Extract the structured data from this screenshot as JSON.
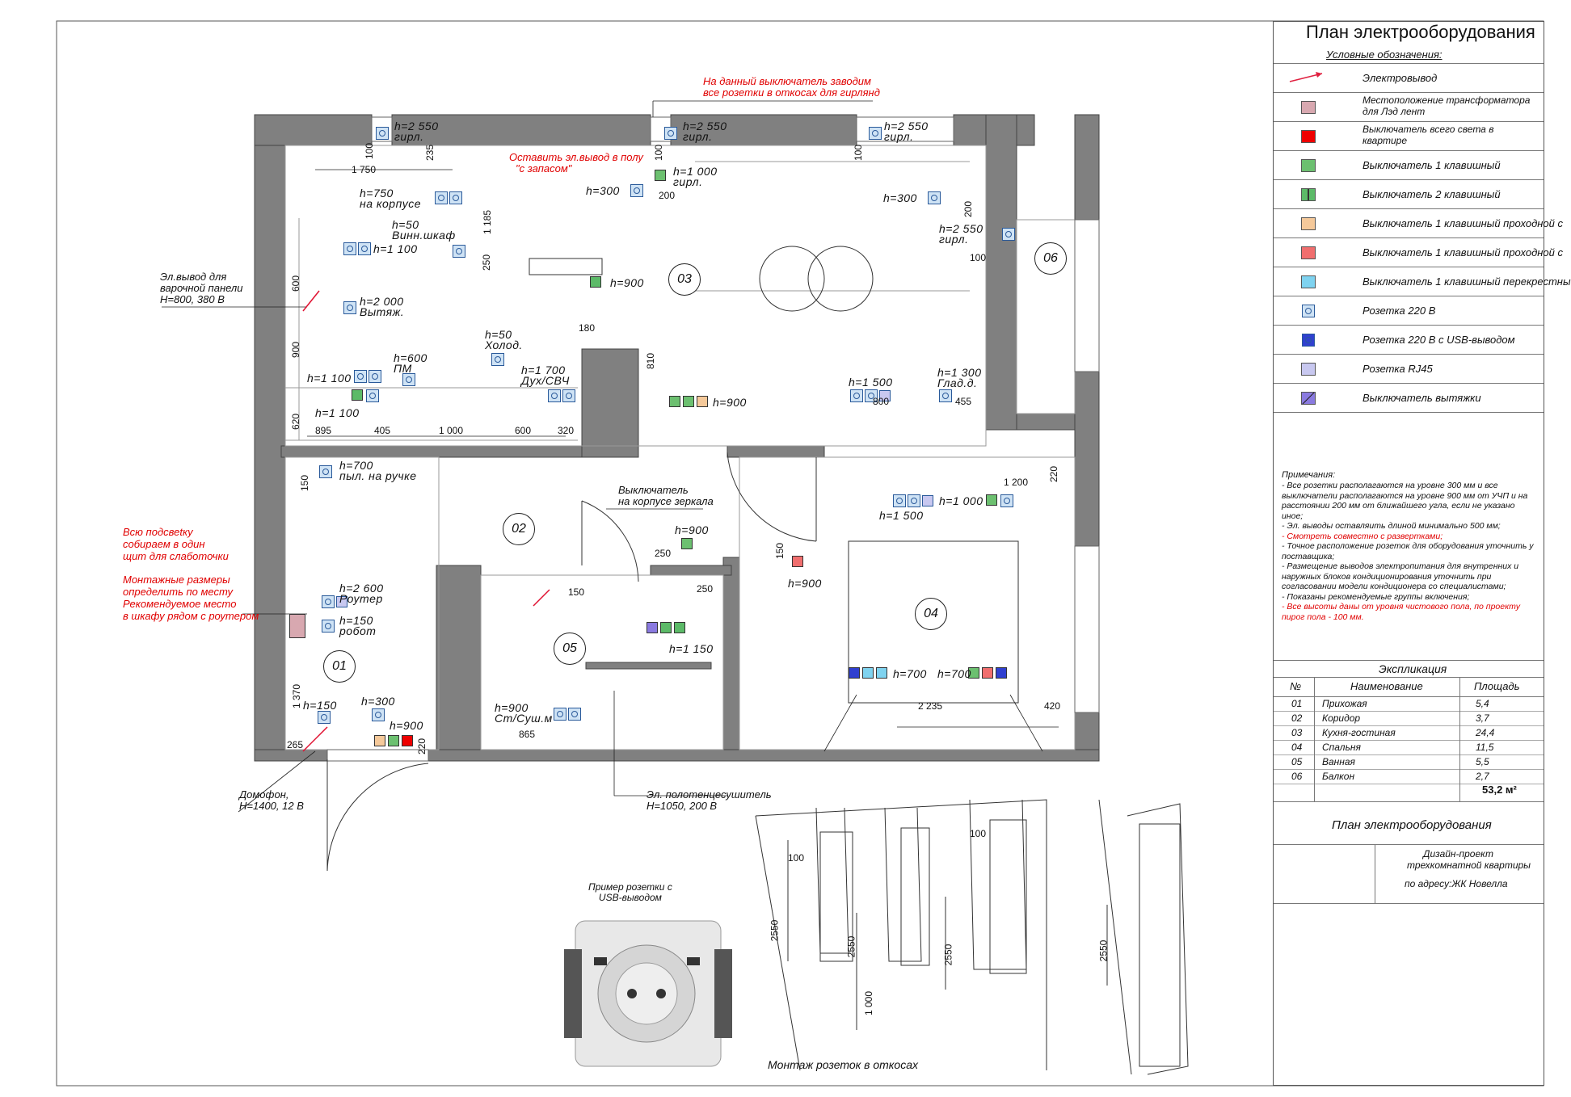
{
  "sidebar": {
    "title": "План электрооборудования",
    "legend_heading": "Условные обозначения:",
    "legend": [
      {
        "label": "Электровывод",
        "color": "#e02040"
      },
      {
        "label": "Местоположение трансформатора для Лэд лент",
        "color": "#d8a8b0"
      },
      {
        "label": "Выключатель всего света в квартире",
        "color": "#ee0000"
      },
      {
        "label": "Выключатель 1 клавишный",
        "color": "#6cc070"
      },
      {
        "label": "Выключатель 2 клавишный",
        "color": "#5cba68"
      },
      {
        "label": "Выключатель 1 клавишный проходной с",
        "color": "#f5c99a"
      },
      {
        "label": "Выключатель 1 клавишный проходной с",
        "color": "#f06e6e"
      },
      {
        "label": "Выключатель 1 клавишный перекрестны",
        "color": "#7fd3f0"
      },
      {
        "label": "Розетка 220 В",
        "color": "#cfe3f5"
      },
      {
        "label": "Розетка 220 В с USB-выводом",
        "color": "#3040d0"
      },
      {
        "label": "Розетка RJ45",
        "color": "#c8c8f0"
      },
      {
        "label": "Выключатель вытяжки",
        "color": "#8a7ae0"
      }
    ],
    "notes_heading": "Примечания:",
    "notes": [
      {
        "text": "- Все розетки  располагаются на уровне 300 мм и все",
        "red": false
      },
      {
        "text": "выключатели располагаются на уровне 900 мм от УЧП и на",
        "red": false
      },
      {
        "text": "расстоянии 200 мм от ближайшего угла, если не указано",
        "red": false
      },
      {
        "text": "иное;",
        "red": false
      },
      {
        "text": "- Эл. выводы оставляить длиной минимально 500 мм;",
        "red": false
      },
      {
        "text": "- Смотреть совместно с развертками;",
        "red": true
      },
      {
        "text": "- Точное расположение розеток для оборудования уточнить у",
        "red": false
      },
      {
        "text": "поставщика;",
        "red": false
      },
      {
        "text": "- Размещение выводов электропитания для внутренних и",
        "red": false
      },
      {
        "text": "наружных блоков кондиционирования уточнить при",
        "red": false
      },
      {
        "text": "согласовании модели кондиционера со специалистами;",
        "red": false
      },
      {
        "text": "- Показаны рекомендуемые группы включения;",
        "red": false
      },
      {
        "text": "- Все высоты даны от уровня чистового пола, по проекту",
        "red": true
      },
      {
        "text": "пирог пола - 100 мм.",
        "red": true
      }
    ],
    "explication": {
      "title": "Экспликация",
      "headers": [
        "№",
        "Наименование",
        "Площадь"
      ],
      "rows": [
        [
          "01",
          "Прихожая",
          "5,4"
        ],
        [
          "02",
          "Коридор",
          "3,7"
        ],
        [
          "03",
          "Кухня-гостиная",
          "24,4"
        ],
        [
          "04",
          "Спальня",
          "11,5"
        ],
        [
          "05",
          "Ванная",
          "5,5"
        ],
        [
          "06",
          "Балкон",
          "2,7"
        ]
      ],
      "total": "53,2 м²"
    },
    "stamp_title": "План электрооборудования",
    "project_lines": [
      "Дизайн-проект",
      "трехкомнатной квартиры",
      "по адресу:ЖК Новелла"
    ]
  },
  "plan": {
    "rooms": [
      "01",
      "02",
      "03",
      "04",
      "05",
      "06"
    ],
    "red_notes": {
      "top": [
        "На данный выключатель заводим",
        "все розетки в откосах для гирлянд"
      ],
      "floor": [
        "Оставить эл.вывод в полу",
        "\"с запасом\""
      ],
      "left1": [
        "Всю подсвеtку",
        "собираем в один",
        "щит для слаботочки"
      ],
      "left2": [
        "Монтажные размеры",
        "определить по месту",
        "Рекомендуемое место",
        "в шкафу рядом с роутером"
      ]
    },
    "callouts": {
      "cooktop": [
        "Эл.вывод для",
        "варочной панели",
        "H=800, 380 В"
      ],
      "intercom": [
        "Домофон,",
        "H=1400, 12 В"
      ],
      "towel": [
        "Эл. полотенцесушитель",
        "H=1050, 200 В"
      ],
      "mirror": [
        "Выключатель",
        "на корпусе зеркала"
      ]
    },
    "labels": [
      "h=2 550",
      "гирл.",
      "h=2 550",
      "гирл.",
      "h=2 550",
      "гирл.",
      "h=750",
      "на корпусе",
      "h=50",
      "Винн.шкаф",
      "h=1 100",
      "h=2 000",
      "Вытяж.",
      "h=300",
      "h=1 000",
      "гирл.",
      "h=300",
      "h=2 550",
      "гирл.",
      "h=900",
      "h=50",
      "Холод.",
      "h=600",
      "ПМ",
      "h=1 100",
      "h=1 100",
      "h=1 700",
      "Дух/СВЧ",
      "h=900",
      "h=1 500",
      "h=1 300",
      "Глад.д.",
      "h=700",
      "пыл. на ручке",
      "h=1 000",
      "h=1 500",
      "h=900",
      "h=900",
      "h=2 600",
      "Роутер",
      "h=150",
      "робот",
      "h=1 150",
      "h=150",
      "h=300",
      "h=900",
      "h=900",
      "Ст/Суш.м",
      "h=700",
      "h=700"
    ],
    "dims": [
      "1 750",
      "100",
      "235",
      "1 185",
      "250",
      "100",
      "200",
      "100",
      "200",
      "100",
      "600",
      "900",
      "620",
      "895",
      "405",
      "1 000",
      "600",
      "320",
      "180",
      "810",
      "800",
      "455",
      "150",
      "1 200",
      "220",
      "250",
      "150",
      "250",
      "150",
      "1 370",
      "265",
      "220",
      "865",
      "2 235",
      "420"
    ],
    "usb_example": [
      "Пример розетки с",
      "USB-выводом"
    ],
    "elevation_caption": "Монтаж розеток в откосах",
    "elevation_dims": [
      "100",
      "100",
      "2550",
      "2550",
      "2550",
      "2550",
      "1 000"
    ]
  }
}
